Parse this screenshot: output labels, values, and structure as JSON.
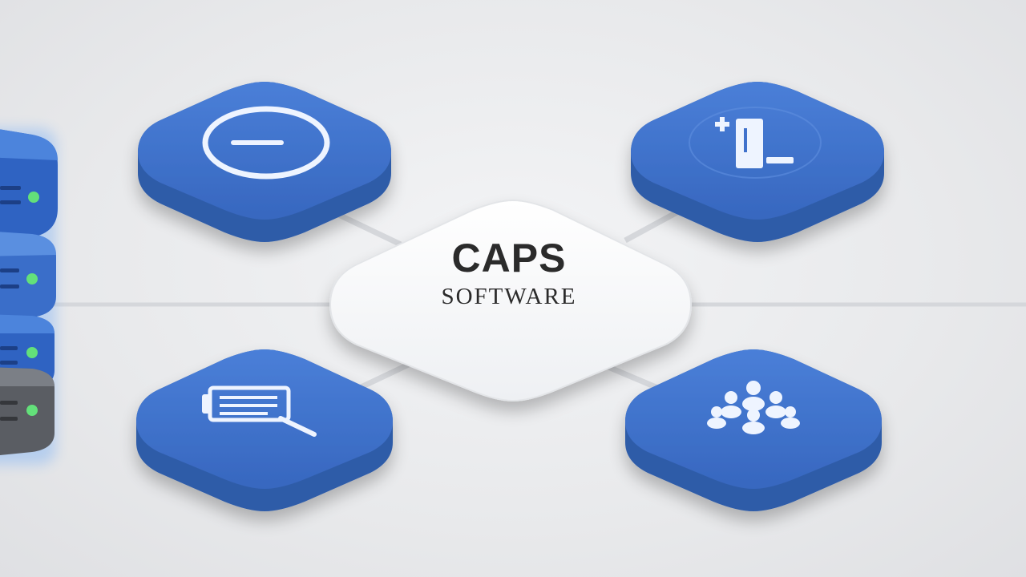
{
  "hub": {
    "title": "CAPS",
    "subtitle": "SOFTWARE"
  },
  "nodes": [
    {
      "position": "top-left",
      "icon": "circle-minus-icon"
    },
    {
      "position": "top-right",
      "icon": "document-plus-icon"
    },
    {
      "position": "bottom-left",
      "icon": "search-list-icon"
    },
    {
      "position": "bottom-right",
      "icon": "group-icon"
    }
  ],
  "colors": {
    "background": "#e9eaec",
    "tile_blue": "#3f72cc",
    "tile_blue_dark": "#2f5ba8",
    "hub_white": "#ffffff",
    "connector": "#d6d8dc",
    "status_led": "#63e07a"
  }
}
